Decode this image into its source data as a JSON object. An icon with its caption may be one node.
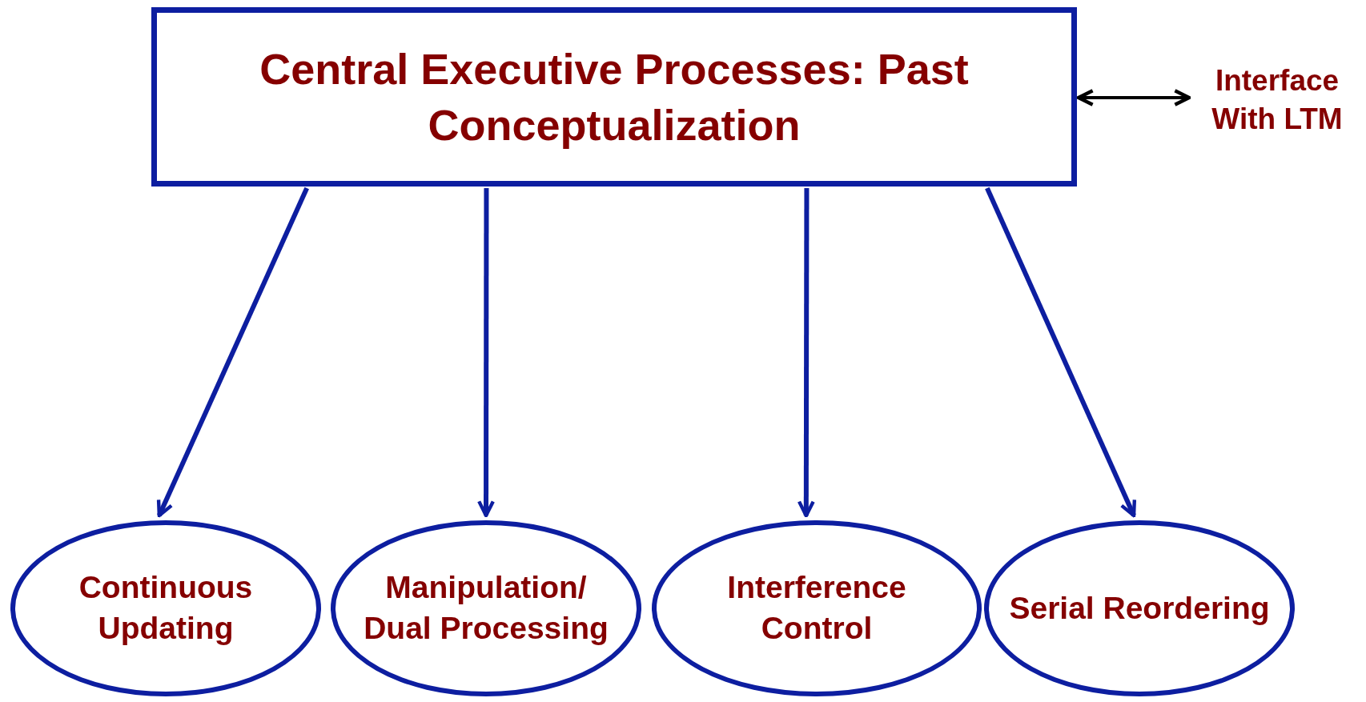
{
  "diagram": {
    "nodes": [
      {
        "text": [
          "Central Executive Processes: Past Conceptualization"
        ]
      },
      {
        "text": [
          "Interface With LTM"
        ]
      },
      {
        "text": [
          "Continuous Updating"
        ]
      },
      {
        "text": [
          "Manipulation/ Dual Processing"
        ]
      },
      {
        "text": [
          "Interference Control"
        ]
      },
      {
        "text": [
          "Serial Reordering"
        ]
      }
    ],
    "edges": [
      {
        "from": 0,
        "to": 1,
        "arrow": "both",
        "color": "#000000"
      },
      {
        "from": 0,
        "to": 2,
        "arrow": "to"
      },
      {
        "from": 0,
        "to": 3,
        "arrow": "to"
      },
      {
        "from": 0,
        "to": 4,
        "arrow": "to"
      },
      {
        "from": 0,
        "to": 5,
        "arrow": "to"
      }
    ]
  }
}
